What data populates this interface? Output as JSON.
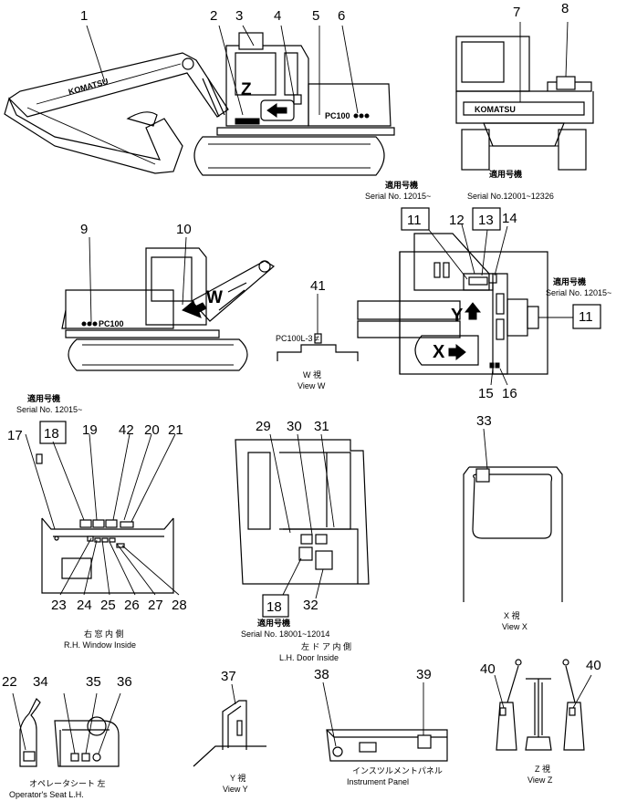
{
  "callouts": [
    "1",
    "2",
    "3",
    "4",
    "5",
    "6",
    "7",
    "8",
    "9",
    "10",
    "11",
    "12",
    "13",
    "14",
    "15",
    "16",
    "17",
    "18",
    "19",
    "20",
    "21",
    "22",
    "23",
    "24",
    "25",
    "26",
    "27",
    "28",
    "29",
    "30",
    "31",
    "32",
    "33",
    "34",
    "35",
    "36",
    "37",
    "38",
    "39",
    "40",
    "41",
    "42"
  ],
  "boxed_callouts": {
    "b11a": "11",
    "b13": "13",
    "b11b": "11",
    "b18a": "18",
    "b18b": "18"
  },
  "view_markers": {
    "z": "Z",
    "w": "W",
    "y": "Y",
    "x": "X"
  },
  "brand": {
    "boom": "KOMATSU",
    "rear": "KOMATSU",
    "cab_side": "PC100",
    "counterweight": "PC100"
  },
  "labels": {
    "serial_jp_1": "適用号機",
    "serial_1": "Serial No. 12015~",
    "serial_jp_2": "適用号機",
    "serial_2": "Serial No.12001~12326",
    "serial_jp_3": "適用号機",
    "serial_3": "Serial No. 12015~",
    "serial_jp_4": "適用号機",
    "serial_4": "Serial No. 12015~",
    "serial_jp_5": "適用号機",
    "serial_5": "Serial No. 18001~12014",
    "plate_41": "PC100L-3 ≠",
    "view_w_jp": "W 視",
    "view_w": "View W",
    "view_x_jp": "X 視",
    "view_x": "View X",
    "rh_window_jp": "右 窓 内 側",
    "rh_window": "R.H. Window Inside",
    "lh_door_jp": "左 ド ア 内 側",
    "lh_door": "L.H. Door Inside",
    "seat_jp": "オペレータシート 左",
    "seat": "Operator's Seat L.H.",
    "view_y_jp": "Y 視",
    "view_y": "View Y",
    "panel_jp": "インスツルメントパネル",
    "panel": "Instrument Panel",
    "view_z_jp": "Z 視",
    "view_z": "View Z"
  }
}
